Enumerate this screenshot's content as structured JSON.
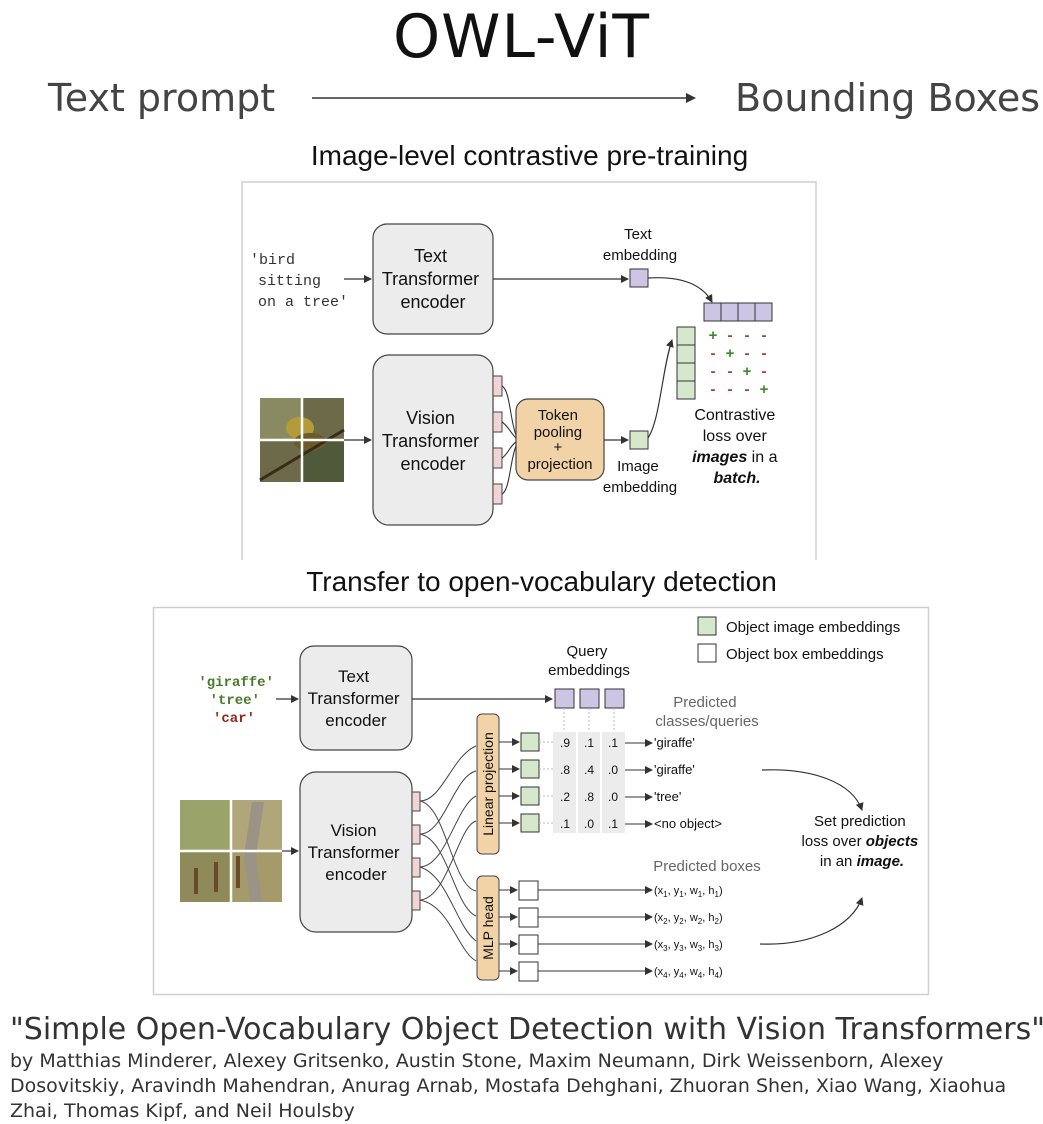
{
  "header": {
    "title": "OWL-ViT",
    "flow_left": "Text prompt",
    "flow_right": "Bounding Boxes"
  },
  "pretraining": {
    "section_title": "Image-level contrastive pre-training",
    "prompt_lines": [
      "'bird",
      "sitting",
      "on a tree'"
    ],
    "text_encoder_lines": [
      "Text",
      "Transformer",
      "encoder"
    ],
    "vision_encoder_lines": [
      "Vision",
      "Transformer",
      "encoder"
    ],
    "pooling_lines": [
      "Token",
      "pooling",
      "+",
      "projection"
    ],
    "text_embedding_lines": [
      "Text",
      "embedding"
    ],
    "image_embedding_lines": [
      "Image",
      "embedding"
    ],
    "matrix_rows": [
      [
        "+",
        "-",
        "-",
        "-"
      ],
      [
        "-",
        "+",
        "-",
        "-"
      ],
      [
        "-",
        "-",
        "+",
        "-"
      ],
      [
        "-",
        "-",
        "-",
        "+"
      ]
    ],
    "loss_lines": [
      "Contrastive",
      "loss over",
      "images in a",
      "batch."
    ]
  },
  "detection": {
    "section_title": "Transfer to open-vocabulary detection",
    "legend": [
      "Object image embeddings",
      "Object box embeddings"
    ],
    "queries": [
      {
        "text": "'giraffe'",
        "color": "#4a7a2a"
      },
      {
        "text": "'tree'",
        "color": "#4a7a2a"
      },
      {
        "text": "'car'",
        "color": "#8b2a1a"
      }
    ],
    "text_encoder_lines": [
      "Text",
      "Transformer",
      "encoder"
    ],
    "vision_encoder_lines": [
      "Vision",
      "Transformer",
      "encoder"
    ],
    "query_embeddings_lines": [
      "Query",
      "embeddings"
    ],
    "predicted_classes_lines": [
      "Predicted",
      "classes/queries"
    ],
    "linear_projection": "Linear projection",
    "mlp_head": "MLP head",
    "score_rows": [
      {
        "scores": [
          ".9",
          ".1",
          ".1"
        ],
        "label": "'giraffe'"
      },
      {
        "scores": [
          ".8",
          ".4",
          ".0"
        ],
        "label": "'giraffe'"
      },
      {
        "scores": [
          ".2",
          ".8",
          ".0"
        ],
        "label": "'tree'"
      },
      {
        "scores": [
          ".1",
          ".0",
          ".1"
        ],
        "label": "<no object>"
      }
    ],
    "predicted_boxes_label": "Predicted boxes",
    "boxes": [
      [
        "x",
        "y",
        "w",
        "h",
        "1"
      ],
      [
        "x",
        "y",
        "w",
        "h",
        "2"
      ],
      [
        "x",
        "y",
        "w",
        "h",
        "3"
      ],
      [
        "x",
        "y",
        "w",
        "h",
        "4"
      ]
    ],
    "loss_lines": [
      "Set prediction",
      "loss over objects",
      "in an image."
    ]
  },
  "citation": {
    "title": "\"Simple Open-Vocabulary Object Detection with Vision Transformers\"",
    "authors": "by Matthias Minderer, Alexey Gritsenko, Austin Stone, Maxim Neumann, Dirk Weissenborn, Alexey Dosovitskiy, Aravindh Mahendran, Anurag Arnab, Mostafa Dehghani, Zhuoran Shen, Xiao Wang, Xiaohua Zhai, Thomas Kipf, and Neil Houlsby"
  },
  "colors": {
    "embedding_purple": "#ccc6e4",
    "embedding_green": "#d5e8cc",
    "pooling_orange": "#f2d3a8",
    "box_gray": "#ececec",
    "token_pink": "#f2d4d7",
    "plus_green": "#3a8a2a"
  }
}
